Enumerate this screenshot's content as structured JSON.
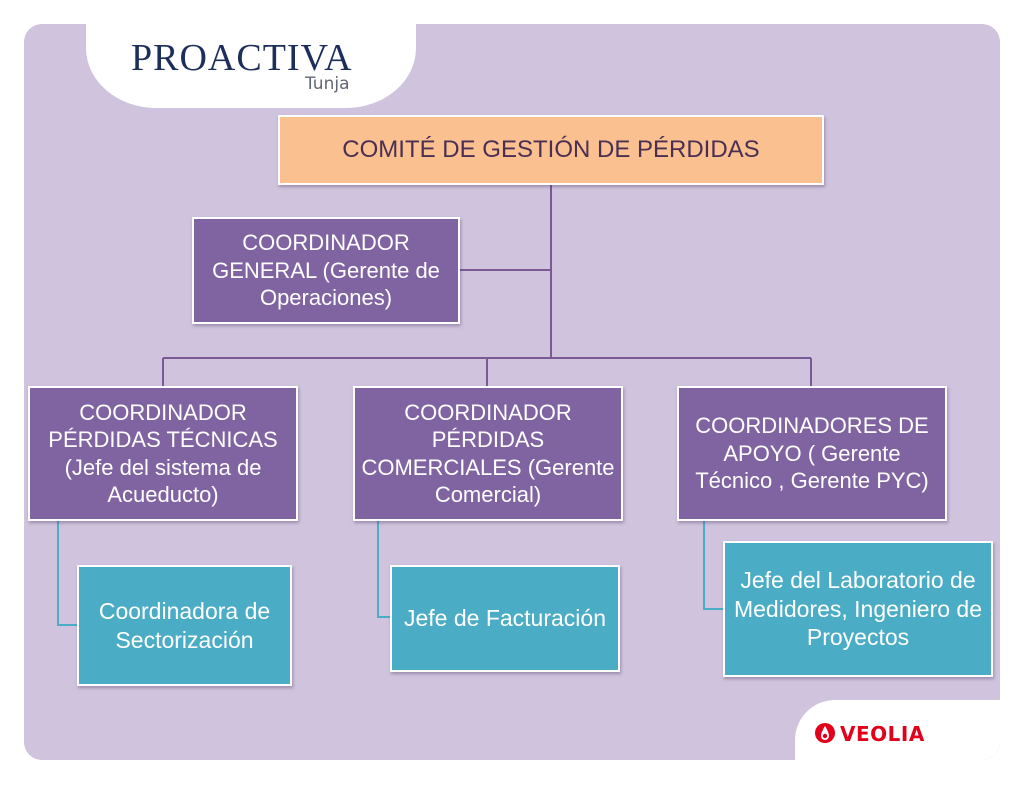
{
  "logo": {
    "brand": "PROACTIVA",
    "city": "Tunja"
  },
  "footer_logo": {
    "brand": "VEOLIA",
    "icon": "veolia-droplet-icon"
  },
  "colors": {
    "background": "#cfc3dd",
    "top_box": "#fac090",
    "coordinator_box": "#8064a2",
    "sub_box": "#4bacc6",
    "connector": "#7a5a95"
  },
  "org_chart": {
    "root": "COMITÉ DE GESTIÓN DE PÉRDIDAS",
    "general_coordinator": "COORDINADOR GENERAL (Gerente de Operaciones)",
    "coordinators": [
      {
        "label": "COORDINADOR PÉRDIDAS TÉCNICAS (Jefe del sistema de Acueducto)",
        "report": "Coordinadora de Sectorización"
      },
      {
        "label": "COORDINADOR PÉRDIDAS COMERCIALES (Gerente Comercial)",
        "report": "Jefe de Facturación"
      },
      {
        "label": "COORDINADORES DE APOYO ( Gerente Técnico , Gerente PYC)",
        "report": "Jefe del Laboratorio de Medidores, Ingeniero de Proyectos"
      }
    ]
  }
}
